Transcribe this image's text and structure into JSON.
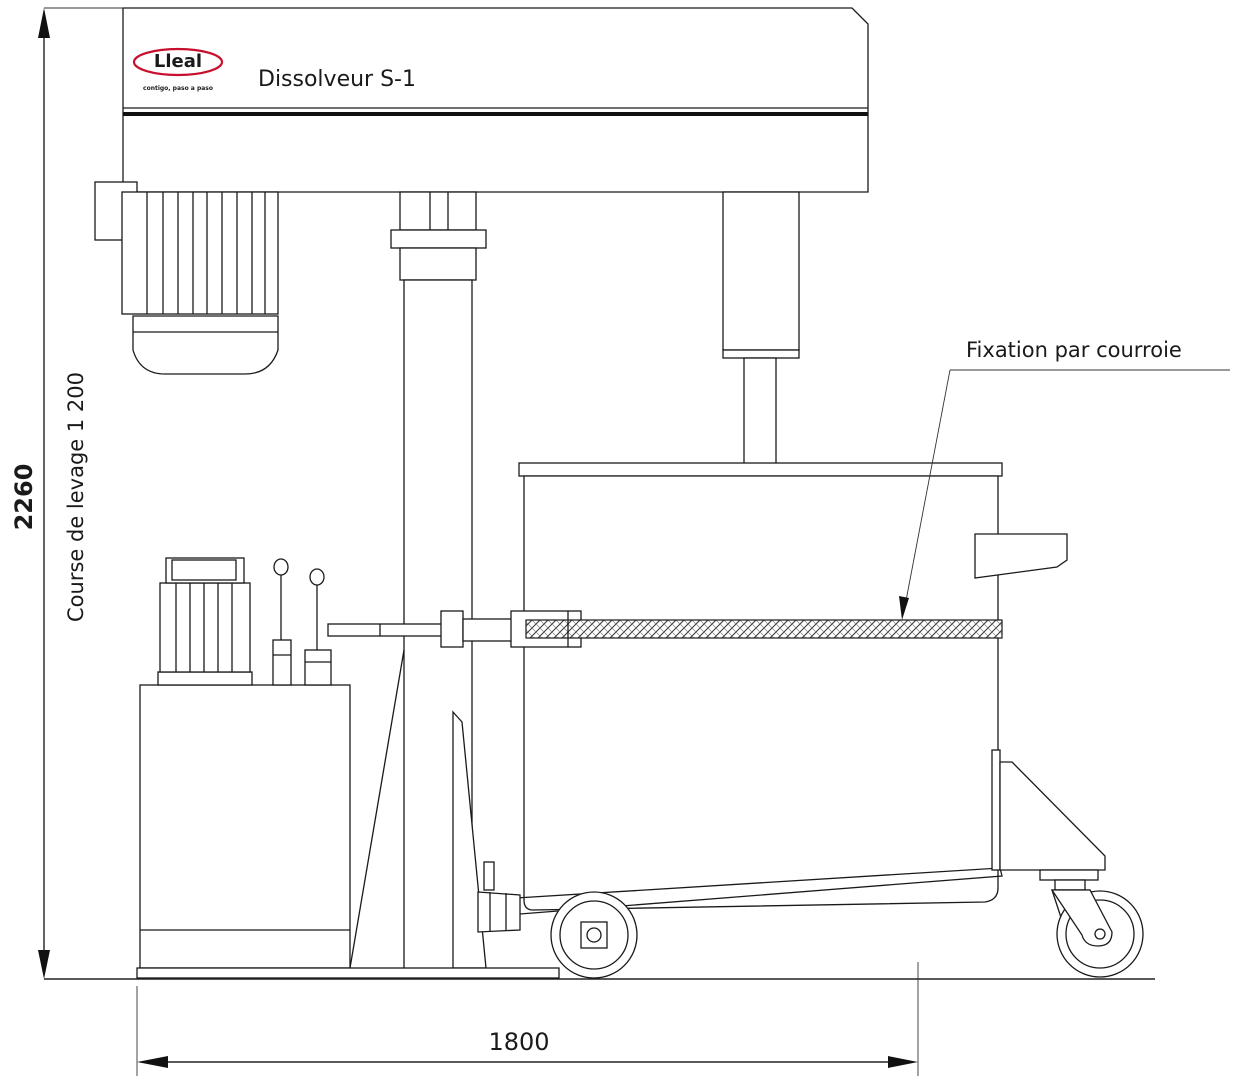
{
  "header": {
    "logo_text": "Lleal",
    "logo_tagline": "contigo, paso a paso",
    "model_name": "Dissolveur S-1"
  },
  "annotations": {
    "strap_label": "Fixation par courroie",
    "stroke_label": "Course de levage 1 200"
  },
  "dimensions": {
    "height_value": "2260",
    "width_value": "1800"
  },
  "colors": {
    "line": "#1a1a1a",
    "background": "#ffffff",
    "logo_red": "#c8102e"
  }
}
